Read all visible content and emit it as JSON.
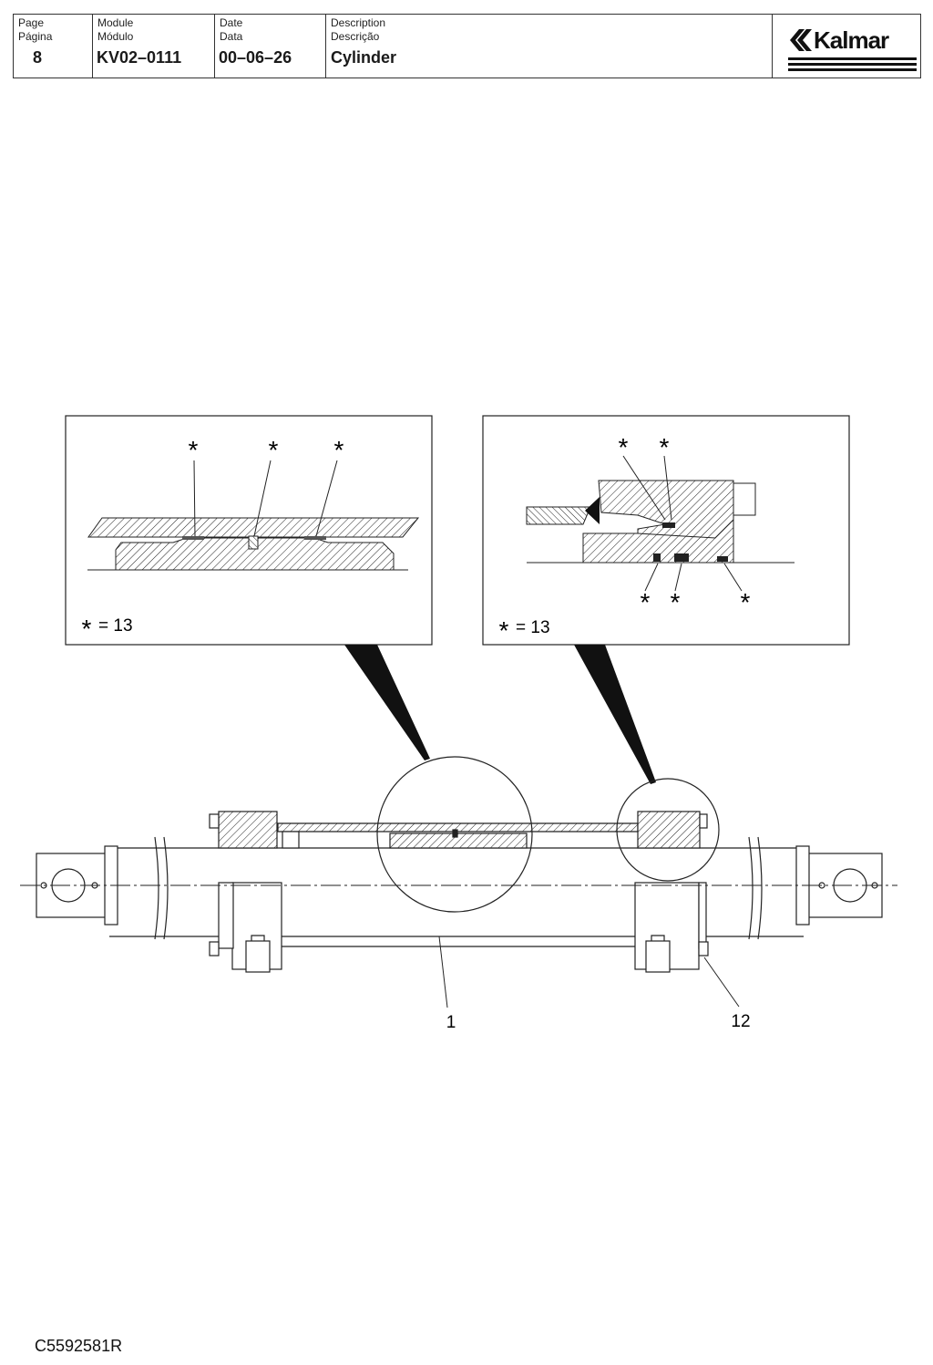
{
  "header": {
    "page_label_en": "Page",
    "page_label_pt": "Página",
    "page_value": "8",
    "module_label_en": "Module",
    "module_label_pt": "Módulo",
    "module_value": "KV02–0111",
    "date_label_en": "Date",
    "date_label_pt": "Data",
    "date_value": "00–06–26",
    "desc_label_en": "Description",
    "desc_label_pt": "Descrição",
    "desc_value": "Cylinder",
    "brand": "Kalmar"
  },
  "diagram": {
    "detail_left": {
      "markers": [
        "*",
        "*",
        "*"
      ],
      "legend": "= 13"
    },
    "detail_right": {
      "markers_top": [
        "*",
        "*"
      ],
      "markers_bottom": [
        "*",
        "*",
        "*"
      ],
      "legend": "= 13"
    },
    "callouts": [
      "1",
      "12"
    ]
  },
  "footer": {
    "code": "C5592581R"
  }
}
